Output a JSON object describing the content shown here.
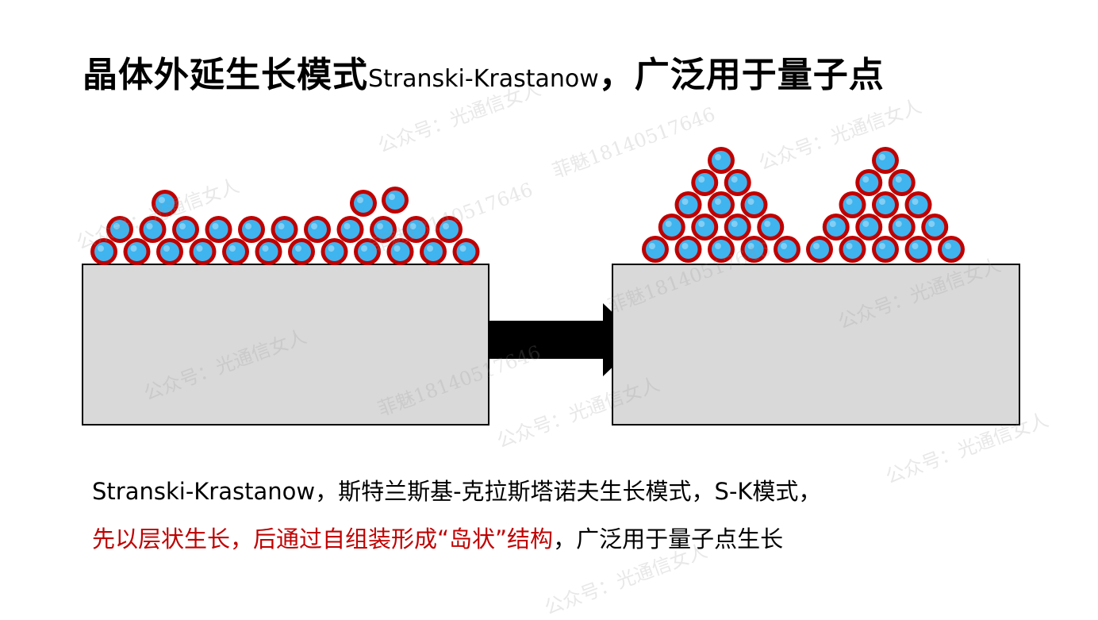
{
  "title": {
    "cn_prefix": "晶体外延生长模式",
    "en": "Stranski-Krastanow",
    "cn_suffix": "，广泛用于量子点"
  },
  "description": {
    "line1": "Stranski-Krastanow，斯特兰斯基-克拉斯塔诺夫生长模式，S-K模式，",
    "line2_red": "先以层状生长，后通过自组装形成“岛状”结构",
    "line2_black": "，广泛用于量子点生长"
  },
  "watermarks": [
    "公众号：光通信女人",
    "菲魅18140517646",
    "公众号：光通信女人",
    "菲魅18140517646",
    "公众号：光通信女人",
    "菲魅18140517646",
    "公众号：光通信女人",
    "公众号：光通信女人",
    "菲魅18140517646",
    "公众号：光通信女人",
    "公众号：光通信女人",
    "公众号：光通信女人"
  ],
  "colors": {
    "atom_fill": "#3fb4ee",
    "atom_ring": "#c00000",
    "substrate_fill": "#d9d9d9",
    "arrow": "#000000",
    "highlight_text": "#c00000"
  },
  "icons": [
    "atom-icon",
    "arrow-right-icon"
  ]
}
